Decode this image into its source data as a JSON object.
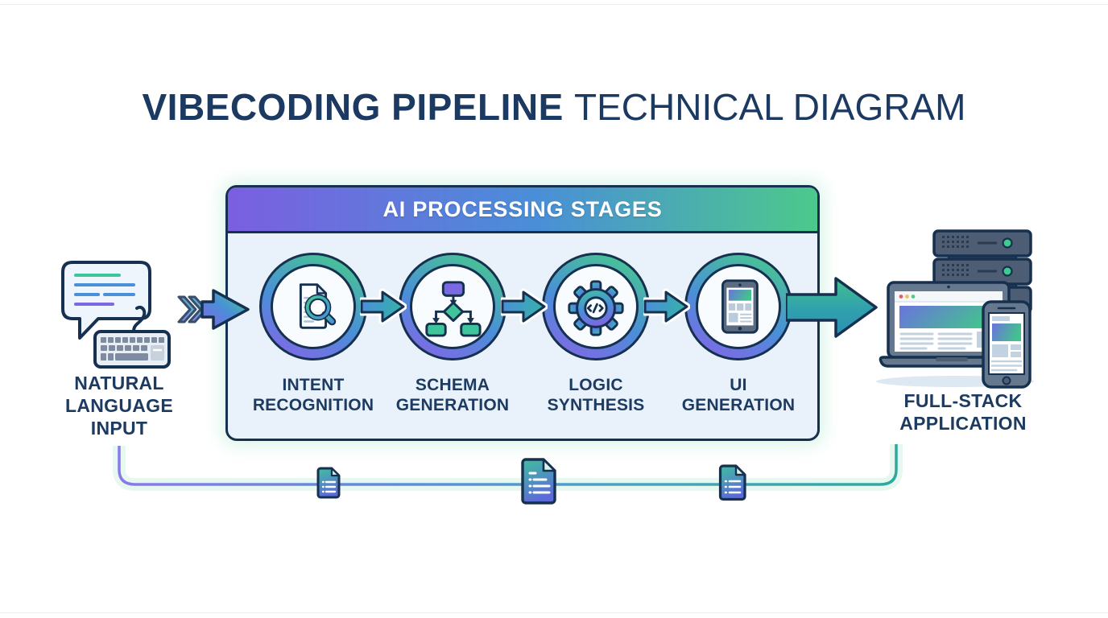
{
  "title": {
    "bold": "VIBECODING PIPELINE",
    "regular": "TECHNICAL DIAGRAM"
  },
  "input": {
    "label_line1": "NATURAL",
    "label_line2": "LANGUAGE",
    "label_line3": "INPUT",
    "icons": [
      "chat-bubble-icon",
      "keyboard-icon"
    ]
  },
  "pipeline_box": {
    "header": "AI PROCESSING STAGES",
    "stages": [
      {
        "line1": "INTENT",
        "line2": "RECOGNITION",
        "icon": "document-search-icon"
      },
      {
        "line1": "SCHEMA",
        "line2": "GENERATION",
        "icon": "flowchart-icon"
      },
      {
        "line1": "LOGIC",
        "line2": "SYNTHESIS",
        "icon": "gear-code-icon"
      },
      {
        "line1": "UI",
        "line2": "GENERATION",
        "icon": "tablet-wireframe-icon"
      }
    ]
  },
  "output": {
    "label_line1": "FULL-STACK",
    "label_line2": "APPLICATION",
    "icons": [
      "server-stack-icon",
      "laptop-icon",
      "smartphone-icon"
    ]
  },
  "flow": {
    "direction": "left-to-right",
    "documents_on_feedback_line": 3
  },
  "colors": {
    "navy_outline": "#16304f",
    "text_navy": "#1d3b61",
    "box_body": "#e9f2fa",
    "gradient_purple": "#7b5fe0",
    "gradient_blue": "#4a8ed8",
    "gradient_green": "#4cc98b",
    "teal_arrow": "#2fa0ad",
    "slate_device": "#66788e",
    "led_green": "#3ecb8e"
  }
}
